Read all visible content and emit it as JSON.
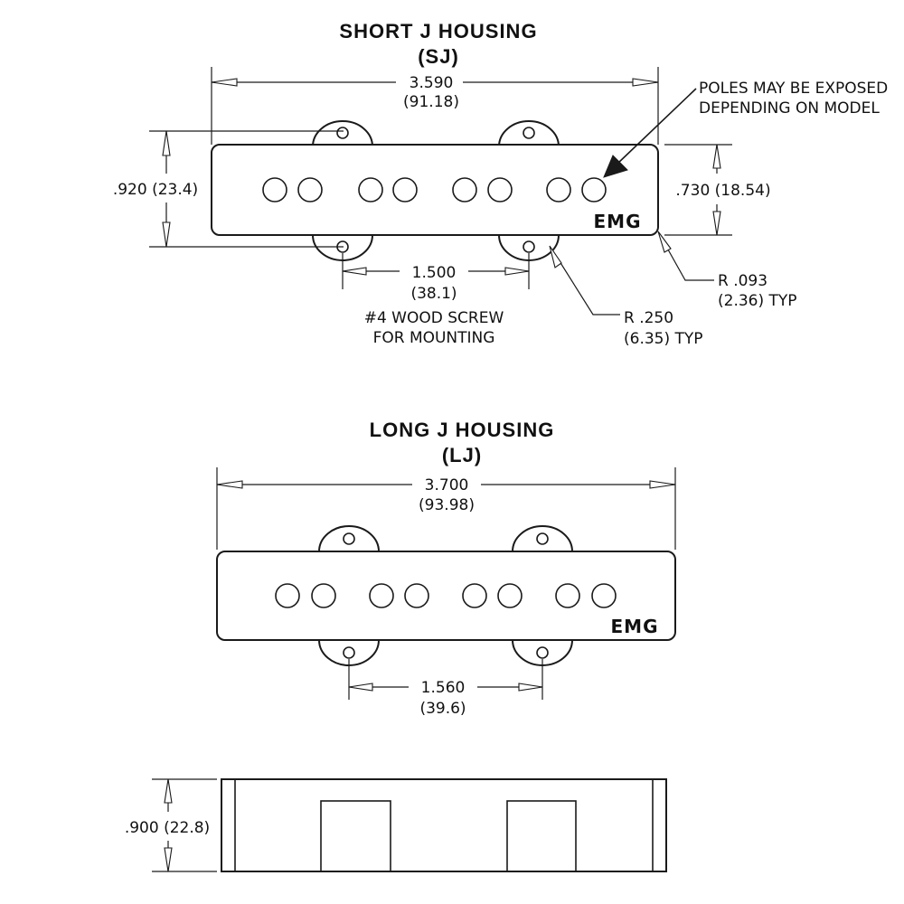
{
  "short_j": {
    "title_line1": "SHORT J HOUSING",
    "title_line2": "(SJ)",
    "length_in": "3.590",
    "length_mm": "(91.18)",
    "height_in_mm": ".920 (23.4)",
    "body_height": ".730 (18.54)",
    "screw_spacing_in": "1.500",
    "screw_spacing_mm": "(38.1)",
    "screw_note_line1": "#4 WOOD SCREW",
    "screw_note_line2": "FOR MOUNTING",
    "corner_radius_in": "R .093",
    "corner_radius_mm": "(2.36) TYP",
    "ear_radius_in": "R .250",
    "ear_radius_mm": "(6.35) TYP",
    "pole_note_line1": "POLES MAY BE EXPOSED",
    "pole_note_line2": "DEPENDING ON MODEL",
    "logo": "EMG"
  },
  "long_j": {
    "title_line1": "LONG J HOUSING",
    "title_line2": "(LJ)",
    "length_in": "3.700",
    "length_mm": "(93.98)",
    "screw_spacing_in": "1.560",
    "screw_spacing_mm": "(39.6)",
    "logo": "EMG"
  },
  "side_view": {
    "height": ".900 (22.8)"
  }
}
